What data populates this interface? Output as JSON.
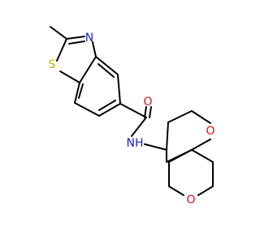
{
  "colors": {
    "bond": "#000000",
    "sulfur": "#b8b800",
    "nitrogen": "#2020c8",
    "oxygen": "#e01010"
  },
  "labels": {
    "sulfur": "S",
    "nitrogen_ring": "N",
    "amide_oxygen": "O",
    "amide_nh": "NH",
    "ring_oxygen_spiro": "O",
    "ring_oxygen_lower": "O"
  }
}
